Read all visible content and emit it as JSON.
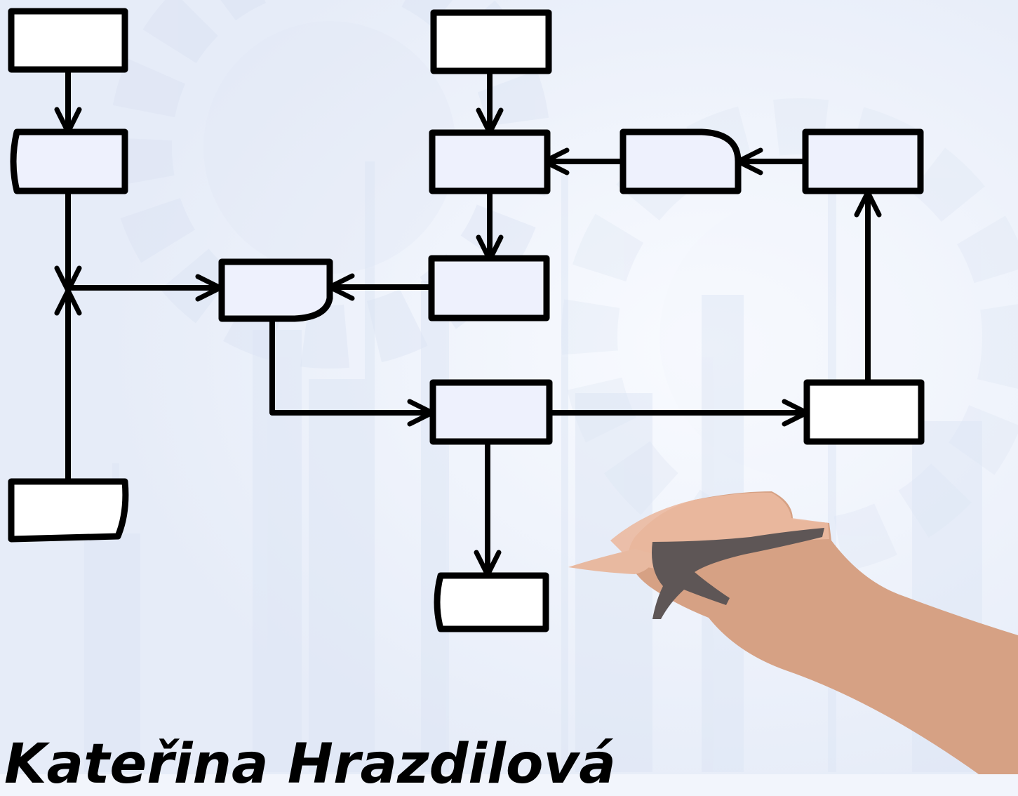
{
  "author": {
    "name": "Kateřina Hrazdilová"
  },
  "colors": {
    "background": "#f2f5fc",
    "box_fill": "#eef1fd",
    "ink": "#000000",
    "skin": "#d6a184",
    "skin_light": "#ebb9a0",
    "pen": "#5e5656"
  },
  "diagram": {
    "boxes": [
      {
        "id": "box-left-top",
        "label": ""
      },
      {
        "id": "box-left-mid",
        "label": ""
      },
      {
        "id": "box-left-bottom",
        "label": ""
      },
      {
        "id": "box-center-left",
        "label": ""
      },
      {
        "id": "box-top-center",
        "label": ""
      },
      {
        "id": "box-center-upper",
        "label": ""
      },
      {
        "id": "box-top-middle-right",
        "label": ""
      },
      {
        "id": "box-top-right",
        "label": ""
      },
      {
        "id": "box-center-mid",
        "label": ""
      },
      {
        "id": "box-center-lower",
        "label": ""
      },
      {
        "id": "box-right-lower",
        "label": ""
      },
      {
        "id": "box-bottom",
        "label": ""
      }
    ],
    "connections": [
      {
        "from": "box-left-top",
        "to": "box-left-mid"
      },
      {
        "from": "box-left-mid",
        "to": "box-center-left"
      },
      {
        "from": "box-left-bottom",
        "to": "box-center-left"
      },
      {
        "from": "box-top-center",
        "to": "box-center-upper"
      },
      {
        "from": "box-center-upper",
        "to": "box-center-mid"
      },
      {
        "from": "box-center-mid",
        "to": "box-center-left"
      },
      {
        "from": "box-top-middle-right",
        "to": "box-center-upper"
      },
      {
        "from": "box-top-right",
        "to": "box-top-middle-right"
      },
      {
        "from": "box-center-left",
        "to": "box-center-lower"
      },
      {
        "from": "box-center-lower",
        "to": "box-right-lower"
      },
      {
        "from": "box-right-lower",
        "to": "box-top-right"
      },
      {
        "from": "box-center-lower",
        "to": "box-bottom"
      }
    ]
  },
  "illustration": {
    "hand_icon": "hand-holding-pen-icon"
  }
}
